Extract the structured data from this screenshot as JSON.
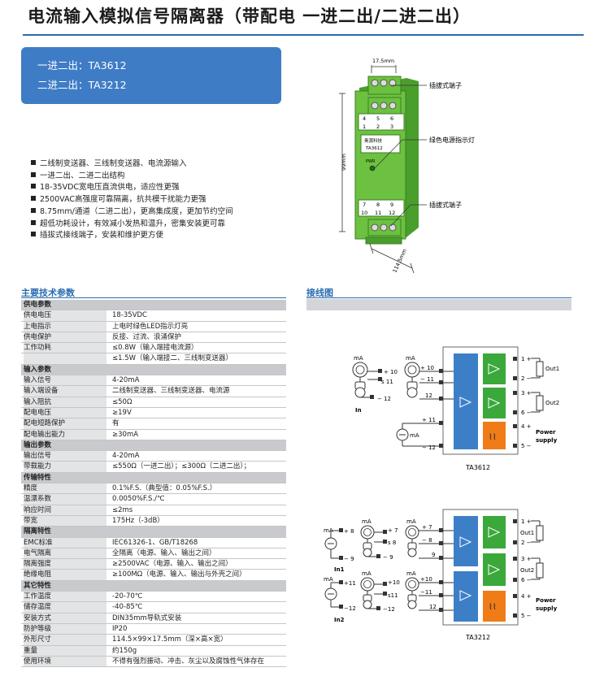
{
  "title": "电流输入模拟信号隔离器（带配电 一进二出/二进二出）",
  "models": {
    "line1": "一进二出：TA3612",
    "line2": "二进二出：TA3212"
  },
  "features": [
    "二线制变送器、三线制变送器、电流源输入",
    "一进二出、二进二出结构",
    "18-35VDC宽电压直流供电，适应性更强",
    "2500VAC高强度可靠隔离，抗共模干扰能力更强",
    "8.75mm/通道（二进二出），更高集成度，更加节约空间",
    "超低功耗设计，有效减小发热和温升，密集安装更可靠",
    "插拔式接线端子，安装和维护更方便"
  ],
  "product_image": {
    "dim_width": "17.5mm",
    "dim_height": "99mm",
    "dim_depth": "114.5mm",
    "callout_top": "插拔式端子",
    "callout_led": "绿色电源指示灯",
    "callout_bottom": "插拔式端子",
    "brand": "奥源科技",
    "model": "TA3612",
    "led_label": "PWR",
    "top_terminals_row1": [
      "4",
      "5",
      "6"
    ],
    "top_terminals_row2": [
      "1",
      "2",
      "3"
    ],
    "bottom_terminals_row1": [
      "7",
      "8",
      "9"
    ],
    "bottom_terminals_row2": [
      "10",
      "11",
      "12"
    ]
  },
  "spec_title": "主要技术参数",
  "wiring_title": "接线图",
  "specs": [
    {
      "k": "供电参数",
      "v": "",
      "type": "cat"
    },
    {
      "k": "供电电压",
      "v": "18-35VDC",
      "type": "item"
    },
    {
      "k": "上电指示",
      "v": "上电时绿色LED指示灯亮",
      "type": "item"
    },
    {
      "k": "供电保护",
      "v": "反接、过流、浪涌保护",
      "type": "item"
    },
    {
      "k": "工作功耗",
      "v": "≤0.8W（输入端接电流源）",
      "type": "item"
    },
    {
      "k": "",
      "v": "≤1.5W（输入端接二、三线制变送器）",
      "type": "item"
    },
    {
      "k": "输入参数",
      "v": "",
      "type": "cat"
    },
    {
      "k": "输入信号",
      "v": "4-20mA",
      "type": "item"
    },
    {
      "k": "输入端设备",
      "v": "二线制变送器、三线制变送器、电流源",
      "type": "item"
    },
    {
      "k": "输入阻抗",
      "v": "≤50Ω",
      "type": "item"
    },
    {
      "k": "配电电压",
      "v": "≥19V",
      "type": "item"
    },
    {
      "k": "配电短路保护",
      "v": "有",
      "type": "item"
    },
    {
      "k": "配电输出能力",
      "v": "≥30mA",
      "type": "item"
    },
    {
      "k": "输出参数",
      "v": "",
      "type": "cat"
    },
    {
      "k": "输出信号",
      "v": "4-20mA",
      "type": "item"
    },
    {
      "k": "带载能力",
      "v": "≤550Ω（一进二出）；≤300Ω（二进二出）；",
      "type": "item"
    },
    {
      "k": "传输特性",
      "v": "",
      "type": "cat"
    },
    {
      "k": "精度",
      "v": "0.1%F.S.（典型值：0.05%F.S.）",
      "type": "item"
    },
    {
      "k": "温漂系数",
      "v": "0.0050%F.S./℃",
      "type": "item"
    },
    {
      "k": "响应时间",
      "v": "≤2ms",
      "type": "item"
    },
    {
      "k": "带宽",
      "v": "175Hz（-3dB）",
      "type": "item"
    },
    {
      "k": "隔离特性",
      "v": "",
      "type": "cat"
    },
    {
      "k": "EMC标准",
      "v": "IEC61326-1、GB/T18268",
      "type": "item"
    },
    {
      "k": "电气隔离",
      "v": "全隔离（电源、输入、输出之间）",
      "type": "item"
    },
    {
      "k": "隔离强度",
      "v": "≥2500VAC（电源、输入、输出之间）",
      "type": "item"
    },
    {
      "k": "绝缘电阻",
      "v": "≥100MΩ（电源、输入、输出与外壳之间）",
      "type": "item"
    },
    {
      "k": "其它特性",
      "v": "",
      "type": "cat"
    },
    {
      "k": "工作温度",
      "v": "-20-70℃",
      "type": "item"
    },
    {
      "k": "储存温度",
      "v": "-40-85℃",
      "type": "item"
    },
    {
      "k": "安装方式",
      "v": "DIN35mm导轨式安装",
      "type": "item"
    },
    {
      "k": "防护等级",
      "v": "IP20",
      "type": "item"
    },
    {
      "k": "外形尺寸",
      "v": "114.5×99×17.5mm（深×高×宽）",
      "type": "item"
    },
    {
      "k": "重量",
      "v": "约150g",
      "type": "item"
    },
    {
      "k": "使用环境",
      "v": "不得有强烈振动、冲击、灰尘以及腐蚀性气体存在",
      "type": "item"
    }
  ],
  "diagram1": {
    "caption": "TA3612",
    "ma": "mA",
    "in_label": "In",
    "out1": "Out1",
    "out2": "Out2",
    "power1": "Power",
    "power2": "supply",
    "t_p10": "+ 10",
    "t_s11": "s 11",
    "t_m12": "− 12",
    "t_p10b": "+ 10",
    "t_m11": "− 11",
    "t_12": "12",
    "t_p11": "+ 11",
    "t_m12b": "− 12",
    "o1p": "1 +",
    "o2m": "2 −",
    "o3p": "3 +",
    "o6m": "6 −",
    "p4": "4 +",
    "p5": "5 −"
  },
  "diagram2": {
    "caption": "TA3212",
    "ma": "mA",
    "in1": "In1",
    "in2": "In2",
    "out1": "Out1",
    "out2": "Out2",
    "power1": "Power",
    "power2": "supply",
    "a_p8": "+ 8",
    "a_m9": "− 9",
    "a_p7": "+ 7",
    "a_s8": "s 8",
    "a_m9b": "− 9",
    "a_p7b": "+ 7",
    "a_m8": "− 8",
    "a_9": "9",
    "b_p11": "+11",
    "b_m12": "−12",
    "b_p10": "+10",
    "b_s11": "s11",
    "b_m12b": "−12",
    "b_p10b": "+10",
    "b_m11": "−11",
    "b_12": "12",
    "o1p": "1 +",
    "o2m": "2 −",
    "o3p": "3 +",
    "o6m": "6 −",
    "p4": "4 +",
    "p5": "5 −"
  }
}
